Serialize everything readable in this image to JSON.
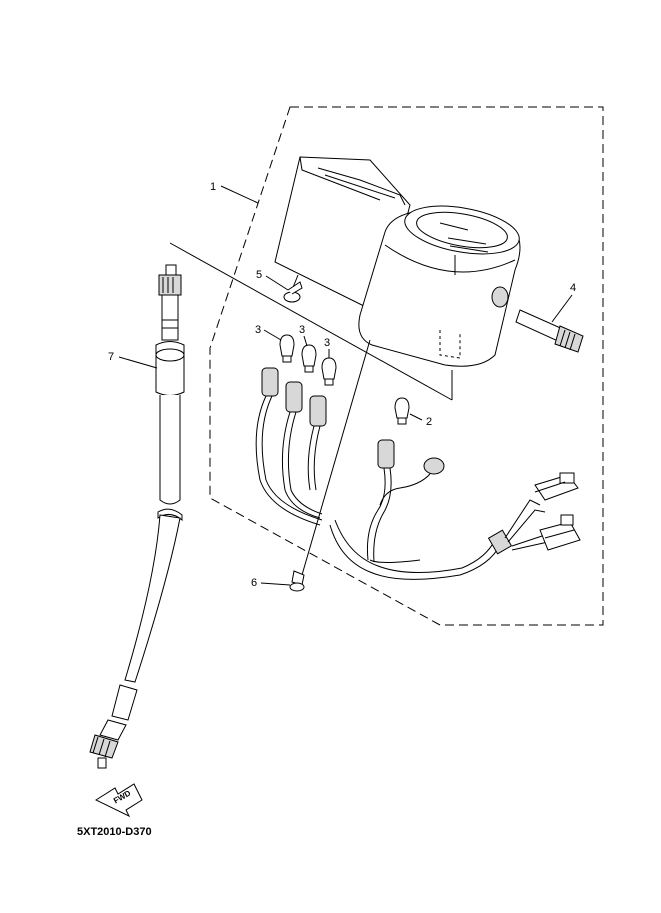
{
  "diagram": {
    "callouts": [
      {
        "id": "1",
        "label": "1"
      },
      {
        "id": "2",
        "label": "2"
      },
      {
        "id": "3a",
        "label": "3"
      },
      {
        "id": "3b",
        "label": "3"
      },
      {
        "id": "3c",
        "label": "3"
      },
      {
        "id": "4",
        "label": "4"
      },
      {
        "id": "5",
        "label": "5"
      },
      {
        "id": "6",
        "label": "6"
      },
      {
        "id": "7",
        "label": "7"
      }
    ],
    "fwd_label": "FWD",
    "drawing_code": "5XT2010-D370"
  }
}
